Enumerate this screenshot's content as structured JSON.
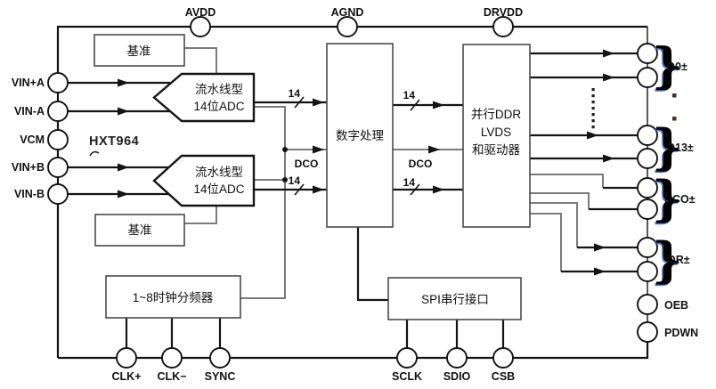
{
  "chip_label": "HXT964",
  "blocks": {
    "ref_top_label": "基准",
    "ref_bottom_label": "基准",
    "adc_a_line1": "流水线型",
    "adc_a_line2": "14位ADC",
    "adc_b_line1": "流水线型",
    "adc_b_line2": "14位ADC",
    "digital_label": "数字处理",
    "lvds_line1": "并行DDR",
    "lvds_line2": "LVDS",
    "lvds_line3": "和驱动器",
    "divider_label": "1~8时钟分频器",
    "spi_label": "SPI串行接口"
  },
  "signals": {
    "bus_a_in": "14",
    "bus_b_in": "14",
    "bus_a_out": "14",
    "bus_b_out": "14",
    "dco_in": "DCO",
    "dco_out": "DCO"
  },
  "pins": {
    "top": [
      "AVDD",
      "AGND",
      "DRVDD"
    ],
    "left": [
      "VIN+A",
      "VIN-A",
      "VCM",
      "VIN+B",
      "VIN-B"
    ],
    "bottom": [
      "CLK+",
      "CLK−",
      "SYNC",
      "SCLK",
      "SDIO",
      "CSB"
    ],
    "right": [
      "D0±",
      "D13±",
      "DCO±",
      "OR±",
      "OEB",
      "PDWN"
    ]
  },
  "colors": {
    "wire_black": "#141414",
    "wire_gray": "#7a7a7a",
    "brace_shadow_blue": "#3864c8"
  }
}
